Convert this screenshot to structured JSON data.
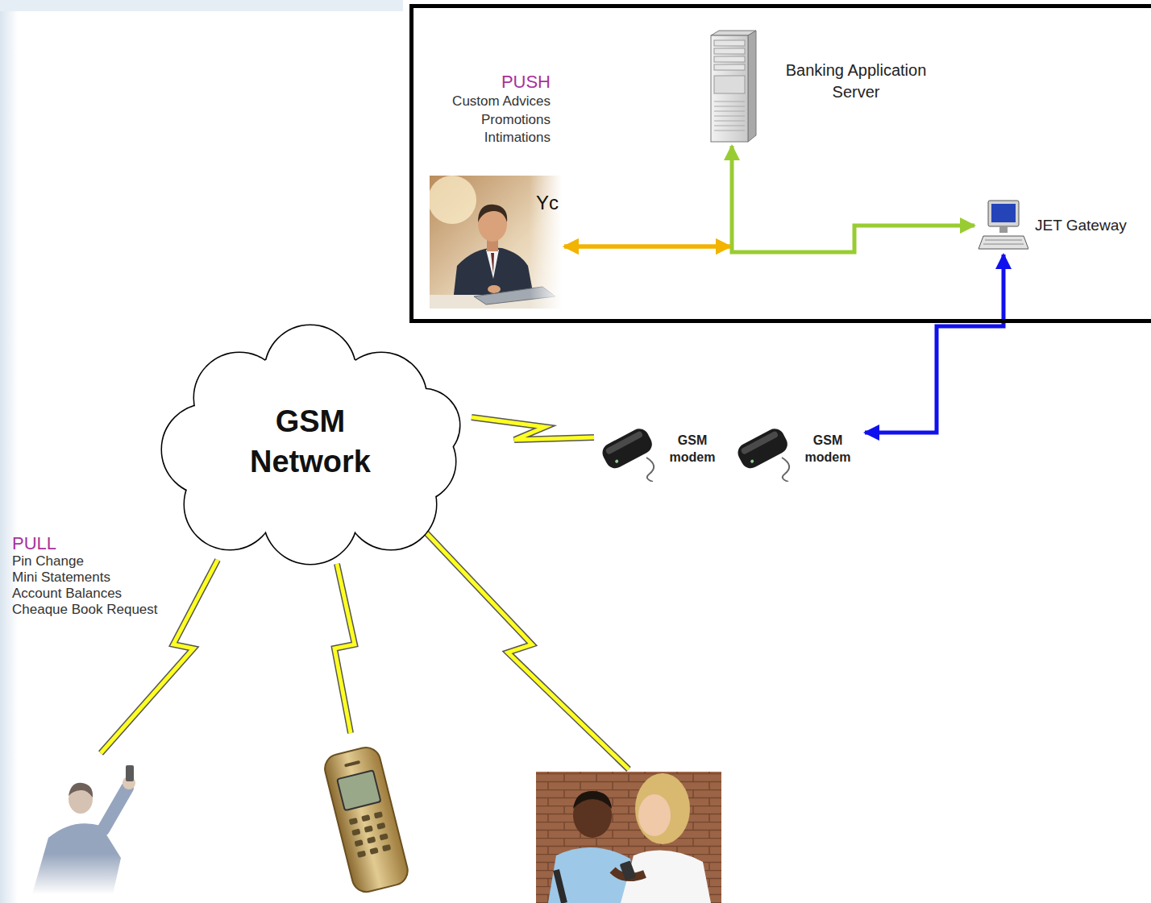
{
  "diagram": {
    "nodes": [
      {
        "text": [
          "PUSH",
          "Custom Advices",
          "Promotions",
          "Intimations"
        ]
      },
      {
        "text": [
          "Yc"
        ],
        "in": 0
      },
      {
        "text": [
          "Banking Application Server"
        ],
        "in": 0
      },
      {
        "text": [
          "JET Gateway"
        ],
        "in": 0
      },
      {
        "text": [
          "GSM modem"
        ]
      },
      {
        "text": [
          "GSM modem"
        ]
      },
      {
        "text": [
          "GSM Network"
        ]
      }
    ],
    "edges": [
      {
        "from": 1,
        "to": 2,
        "arrow": "both"
      },
      {
        "from": 1,
        "to": 3,
        "arrow": "both"
      },
      {
        "from": 3,
        "to": 5,
        "arrow": "both"
      },
      {
        "from": 6,
        "to": 4,
        "arrow": "none"
      }
    ],
    "labels": [
      "PULL",
      "Pin Change",
      "Mini Statements",
      "Account Balances",
      "Cheaque Book Request"
    ]
  }
}
